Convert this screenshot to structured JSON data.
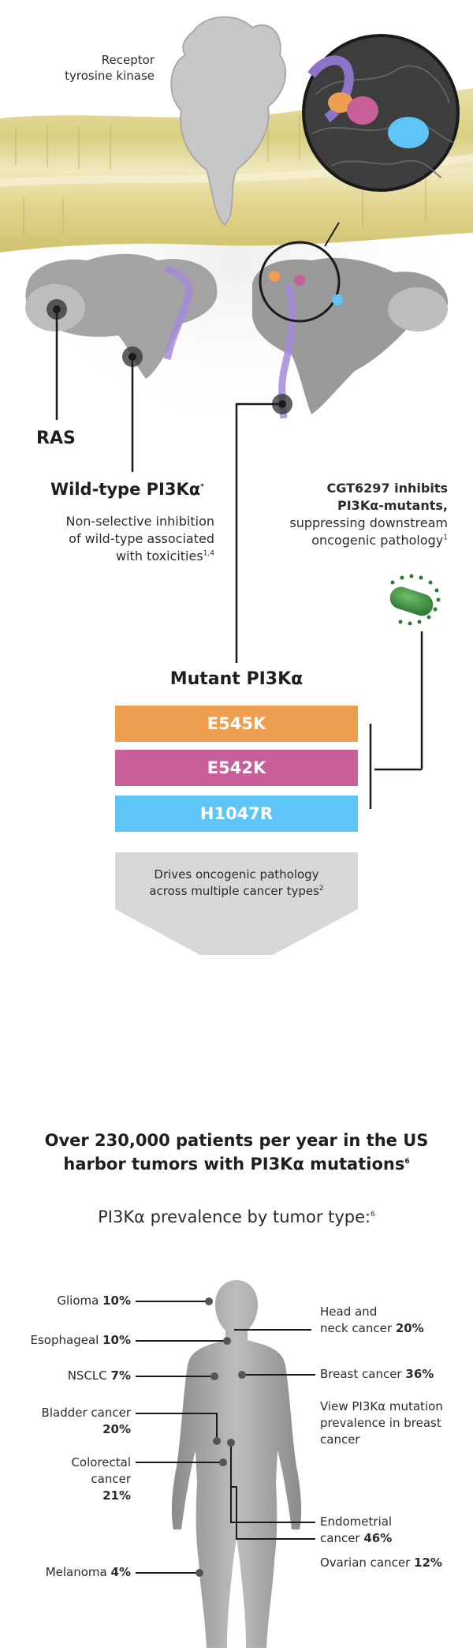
{
  "pathway": {
    "receptor_label": "Receptor\ntyrosine kinase",
    "ras_label": "RAS",
    "wild_type": {
      "title": "Wild-type PI3Kα",
      "title_sup": "*",
      "description": "Non-selective inhibition\nof wild-type associated\nwith toxicities",
      "description_sup": "1,4"
    },
    "cgt": {
      "text_bold": "CGT6297 inhibits\nPI3Kα-mutants,",
      "text_regular": "suppressing downstream\noncogenic pathology",
      "text_sup": "1"
    },
    "mutant_title": "Mutant PI3Kα",
    "mutations": [
      {
        "label": "E545K",
        "color": "#ee9e4f"
      },
      {
        "label": "E542K",
        "color": "#c95f98"
      },
      {
        "label": "H1047R",
        "color": "#5ec6f7"
      }
    ],
    "drives_text": "Drives oncogenic pathology\nacross multiple cancer types",
    "drives_sup": "2"
  },
  "stats": {
    "headline": "Over 230,000 patients per year in the US\nharbor tumors with PI3Kα mutations",
    "headline_sup": "6",
    "prevalence_title": "PI3Kα prevalence by tumor type:",
    "prevalence_sup": "6"
  },
  "tumors": {
    "glioma": {
      "name": "Glioma",
      "pct": "10%"
    },
    "esophageal": {
      "name": "Esophageal",
      "pct": "10%"
    },
    "nsclc": {
      "name": "NSCLC",
      "pct": "7%"
    },
    "bladder": {
      "name": "Bladder cancer",
      "pct": "20%"
    },
    "colorectal": {
      "name": "Colorectal\ncancer",
      "pct": "21%"
    },
    "melanoma": {
      "name": "Melanoma",
      "pct": "4%"
    },
    "head_neck": {
      "name": "Head and\nneck cancer",
      "pct": "20%"
    },
    "breast": {
      "name": "Breast cancer",
      "pct": "36%"
    },
    "endometrial": {
      "name": "Endometrial\ncancer",
      "pct": "46%"
    },
    "ovarian": {
      "name": "Ovarian cancer",
      "pct": "12%"
    }
  },
  "breast_link": "View PI3Kα mutation\nprevalence in breast\ncancer"
}
